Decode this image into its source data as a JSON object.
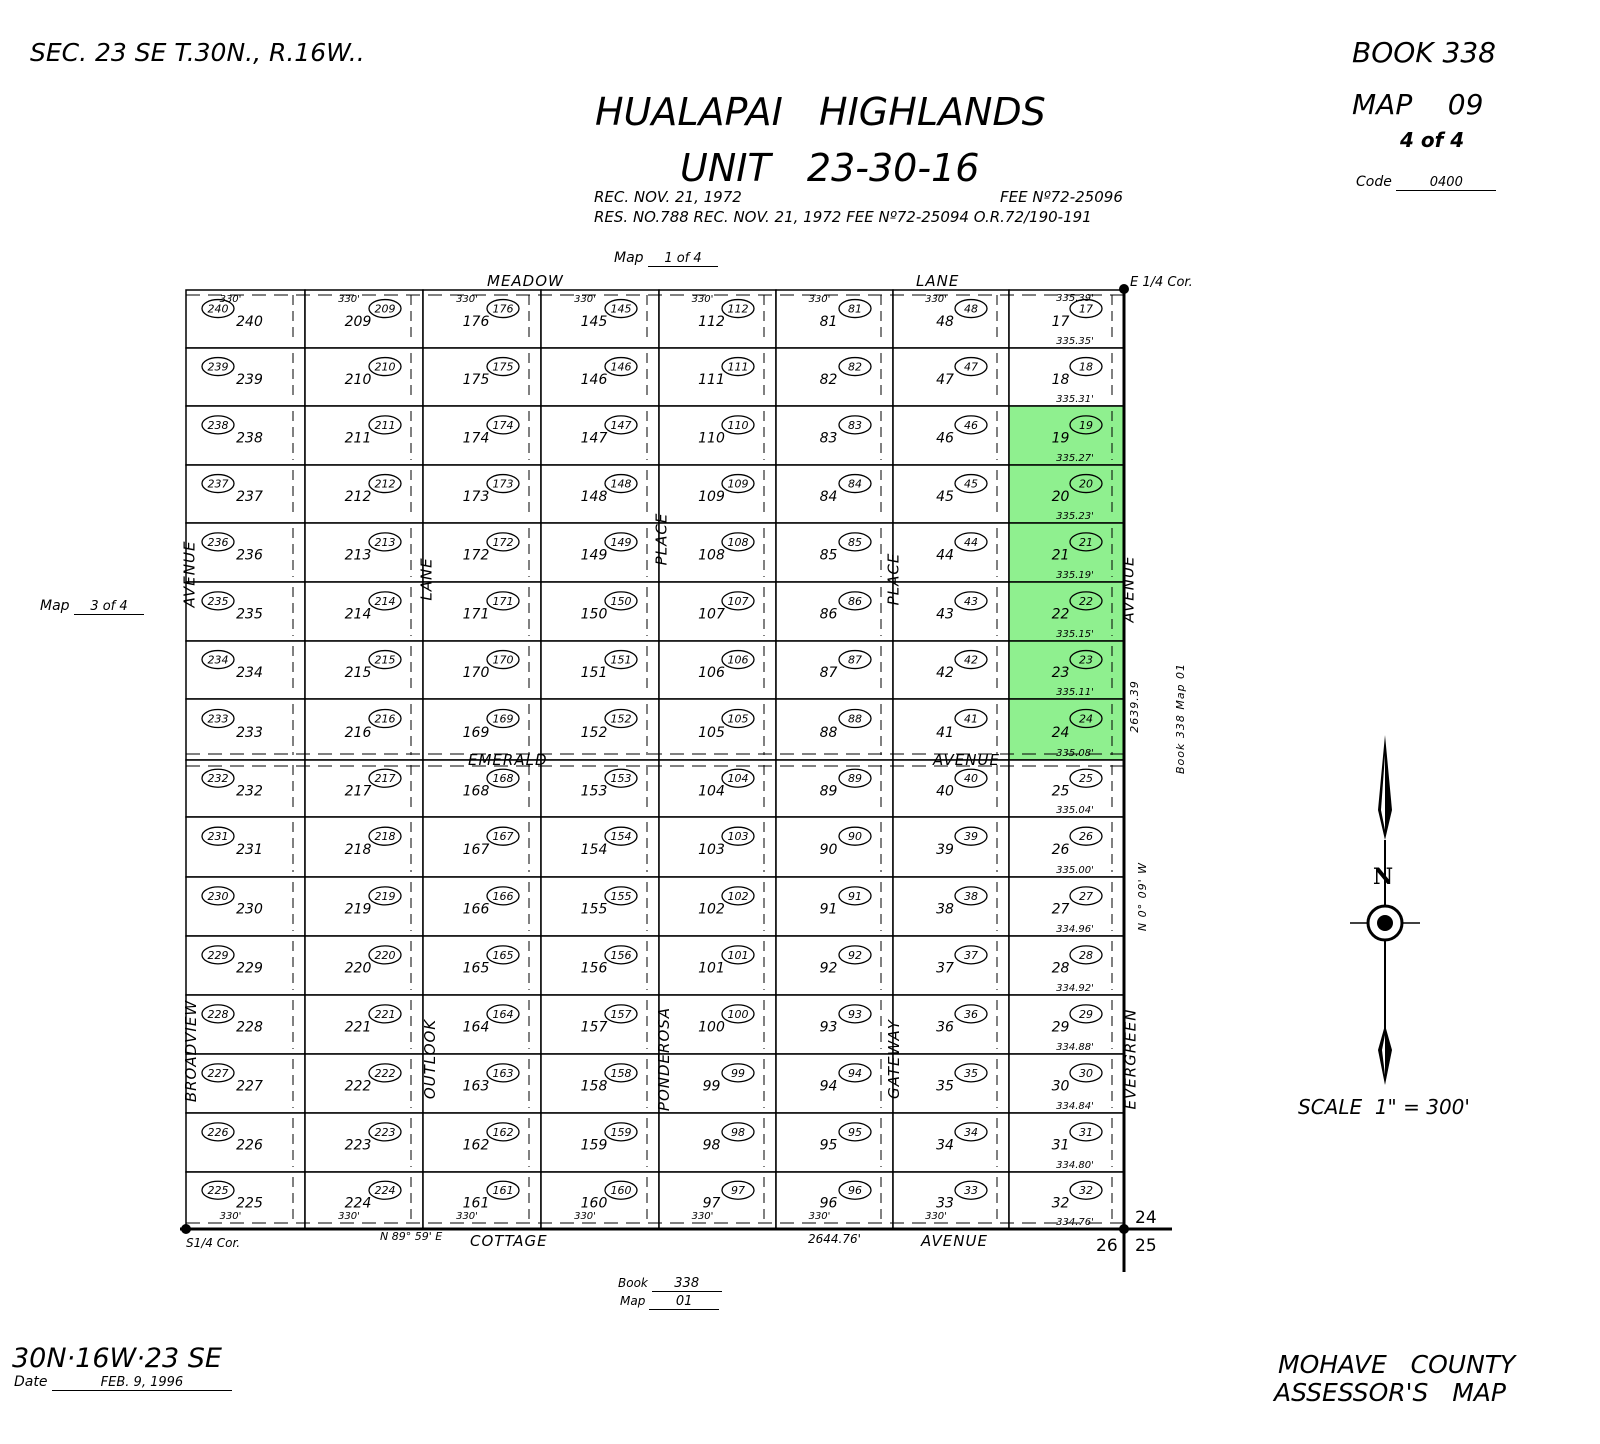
{
  "header": {
    "section": "SEC. 23 SE  T.30N., R.16W..",
    "book": "BOOK  338",
    "map": "MAP    09",
    "sheet": "4 of 4",
    "code_label": "Code",
    "code_value": "0400",
    "title1": "HUALAPAI   HIGHLANDS",
    "title2": "UNIT   23-30-16",
    "rec": "REC. NOV. 21, 1972",
    "fee": "FEE Nº72-25096",
    "res": "RES. NO.788 REC. NOV. 21, 1972  FEE Nº72-25094 O.R.72/190-191"
  },
  "refs": {
    "top_map_label": "Map",
    "top_map_value": "1 of 4",
    "left_map_label": "Map",
    "left_map_value": "3 of 4",
    "bottom_book_label": "Book",
    "bottom_book_value": "338",
    "bottom_map_label": "Map",
    "bottom_map_value": "01",
    "right_ref": "Book 338  Map 01"
  },
  "streets": {
    "meadow": "MEADOW",
    "lane_top": "LANE",
    "emerald": "EMERALD",
    "avenue_mid": "AVENUE",
    "cottage": "COTTAGE",
    "avenue_bottom": "AVENUE",
    "avenue_left": "AVENUE",
    "broadview": "BROADVIEW",
    "lane_left": "LANE",
    "outlook": "OUTLOOK",
    "place1": "PLACE",
    "ponderosa": "PONDEROSA",
    "place2": "PLACE",
    "gateway": "GATEWAY",
    "avenue_right": "AVENUE",
    "evergreen": "EVERGREEN"
  },
  "survey": {
    "e_cor": "E 1/4  Cor.",
    "s_cor": "S1/4  Cor.",
    "bearing_south": "N 89° 59' E",
    "dist_south": "2644.76'",
    "dist_east": "2639.39",
    "bearing_east": "N 0° 09' W",
    "sec24": "24",
    "sec26": "26",
    "sec25": "25"
  },
  "lots": {
    "columns": [
      [
        240,
        239,
        238,
        237,
        236,
        235,
        234,
        233,
        232,
        231,
        230,
        229,
        228,
        227,
        226,
        225
      ],
      [
        209,
        210,
        211,
        212,
        213,
        214,
        215,
        216,
        217,
        218,
        219,
        220,
        221,
        222,
        223,
        224
      ],
      [
        176,
        175,
        174,
        173,
        172,
        171,
        170,
        169,
        168,
        167,
        166,
        165,
        164,
        163,
        162,
        161
      ],
      [
        145,
        146,
        147,
        148,
        149,
        150,
        151,
        152,
        153,
        154,
        155,
        156,
        157,
        158,
        159,
        160
      ],
      [
        112,
        111,
        110,
        109,
        108,
        107,
        106,
        105,
        104,
        103,
        102,
        101,
        100,
        99,
        98,
        97
      ],
      [
        81,
        82,
        83,
        84,
        85,
        86,
        87,
        88,
        89,
        90,
        91,
        92,
        93,
        94,
        95,
        96
      ],
      [
        48,
        47,
        46,
        45,
        44,
        43,
        42,
        41,
        40,
        39,
        38,
        37,
        36,
        35,
        34,
        33
      ],
      [
        17,
        18,
        19,
        20,
        21,
        22,
        23,
        24,
        25,
        26,
        27,
        28,
        29,
        30,
        31,
        32
      ]
    ],
    "highlighted": [
      19,
      20,
      21,
      22,
      23,
      24
    ],
    "east_dims": [
      "335.39'",
      "335.35'",
      "335.31'",
      "335.27'",
      "335.23'",
      "335.19'",
      "335.15'",
      "335.11'",
      "335.08'",
      "335.04'",
      "335.00'",
      "334.96'",
      "334.92'",
      "334.88'",
      "334.84'",
      "334.80'",
      "334.76'"
    ],
    "frontage": "330'"
  },
  "colors": {
    "highlight": "#8ff08f"
  },
  "compass": {
    "north": "N",
    "scale": "SCALE  1\" = 300'"
  },
  "footer": {
    "code": "30N·16W·23 SE",
    "date_label": "Date",
    "date_value": "FEB. 9, 1996",
    "county1": "MOHAVE   COUNTY",
    "county2": "ASSESSOR'S   MAP"
  }
}
